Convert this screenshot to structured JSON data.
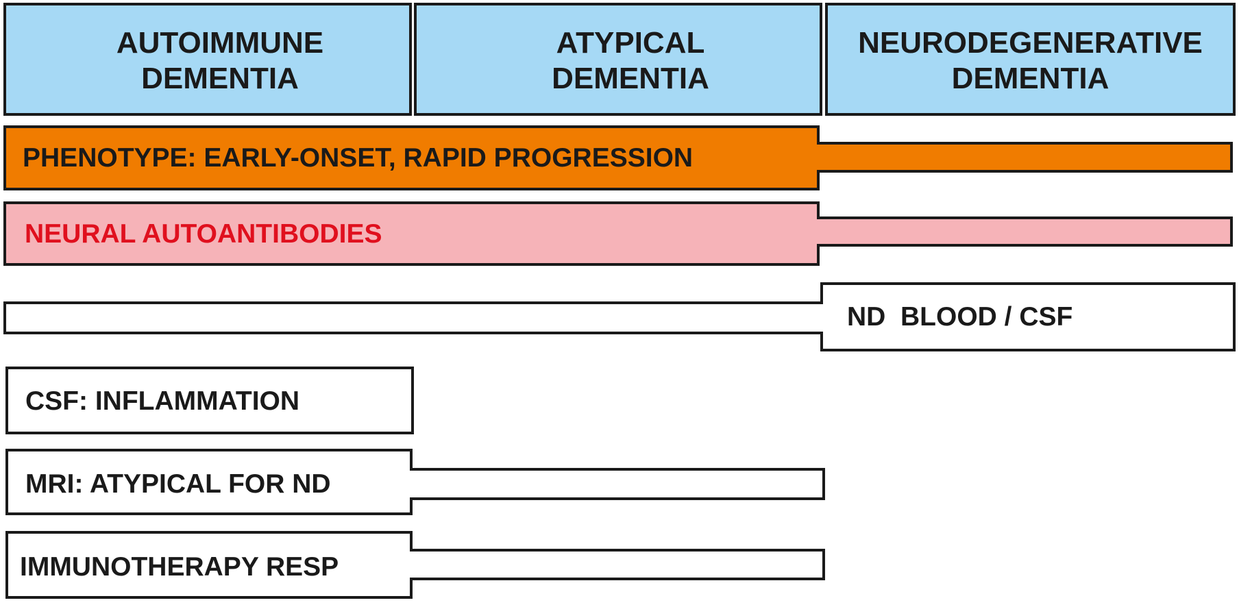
{
  "headers": [
    {
      "line1": "AUTOIMMUNE",
      "line2": "DEMENTIA"
    },
    {
      "line1": "ATYPICAL",
      "line2": "DEMENTIA"
    },
    {
      "line1": "NEURODEGENERATIVE",
      "line2": "DEMENTIA"
    }
  ],
  "rows": {
    "phenotype": "PHENOTYPE: EARLY-ONSET, RAPID PROGRESSION",
    "autoantibodies": "NEURAL AUTOANTIBODIES",
    "nd_blood_csf": "ND  BLOOD / CSF",
    "csf_inflammation": "CSF: INFLAMMATION",
    "mri": "MRI: ATYPICAL FOR ND",
    "immunotherapy": "IMMUNOTHERAPY RESP"
  },
  "colors": {
    "header_fill": "#a6d9f5",
    "phenotype_fill": "#f07c00",
    "autoantibodies_fill": "#f6b3b8",
    "autoantibodies_text": "#e0101e",
    "outline": "#1a1a1a"
  }
}
